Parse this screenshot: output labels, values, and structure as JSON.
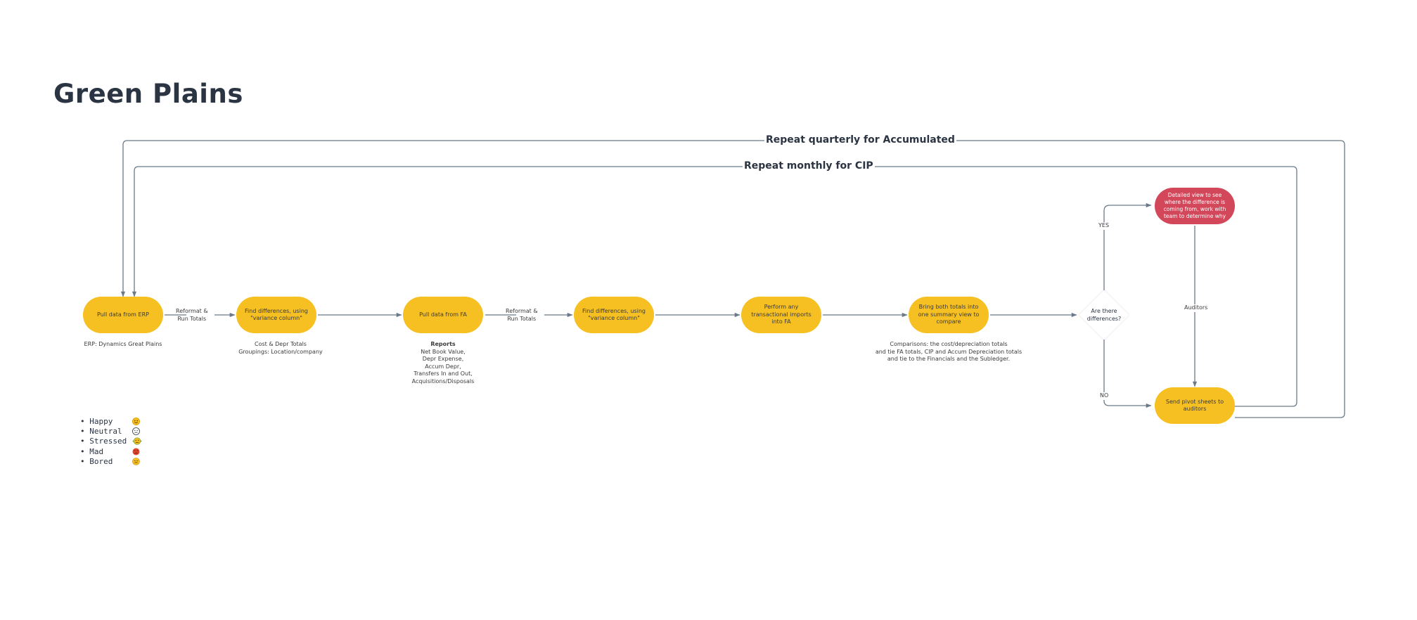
{
  "title": "Green Plains",
  "loops": {
    "quarterly": "Repeat quarterly for Accumulated",
    "monthly": "Repeat monthly for CIP"
  },
  "nodes": {
    "pull_erp": "Pull data from ERP",
    "find_diff_1": "Find differences, using \"variance column\"",
    "pull_fa": "Pull data from FA",
    "find_diff_2": "Find differences, using \"variance column\"",
    "transactional": "Perform any transactional imports into FA",
    "bring_totals": "Bring both totals into one summary view to compare",
    "decision": "Are there differences?",
    "detailed_view": "Detailed view to see  where the difference is coming from, work with team to determine why",
    "send_pivot": "Send pivot sheets to auditors"
  },
  "edge_labels": {
    "reformat_1": "Reformat &\nRun Totals",
    "reformat_2": "Reformat &\nRun Totals",
    "yes": "YES",
    "no": "NO",
    "auditors": "Auditors"
  },
  "notes": {
    "erp": "ERP: Dynamics Great Plains",
    "cost_depr": "Cost & Depr Totals\nGroupings: Location/company",
    "reports_title": "Reports",
    "reports_body": "Net Book Value,\nDepr Expense,\nAccum Depr,\nTransfers In and Out,\nAcquisitions/Disposals",
    "comparisons": "Comparisons: the cost/depreciation totals\nand tie FA totals, CIP and Accum Depreciation totals\nand tie to the Financials and the Subledger."
  },
  "legend": [
    {
      "label": "• Happy",
      "icon": "happy-face-icon",
      "color": "#f6c022"
    },
    {
      "label": "• Neutral",
      "icon": "neutral-face-icon",
      "color": "#ffffff"
    },
    {
      "label": "• Stressed",
      "icon": "stressed-face-icon",
      "color": "#f6c022"
    },
    {
      "label": "• Mad",
      "icon": "mad-face-icon",
      "color": "#e2452f"
    },
    {
      "label": "• Bored",
      "icon": "bored-face-icon",
      "color": "#f6c022"
    }
  ],
  "colors": {
    "node": "#f6c022",
    "alert_node": "#d2475a",
    "line": "#6b7a88",
    "text": "#2b3442"
  }
}
